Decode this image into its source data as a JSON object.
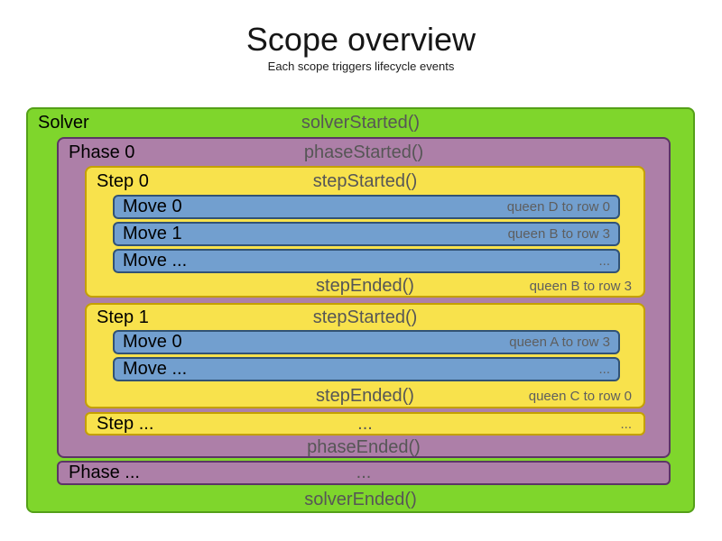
{
  "title": "Scope overview",
  "subtitle": "Each scope triggers lifecycle events",
  "colors": {
    "solver_fill": "#7fd62c",
    "solver_border": "#54a018",
    "phase_fill": "#ad7fa8",
    "phase_border": "#5c3566",
    "step_fill": "#f8e24c",
    "step_border": "#c4a000",
    "move_fill": "#729fcf",
    "move_border": "#315275"
  },
  "solver": {
    "label": "Solver",
    "started_event": "solverStarted()",
    "ended_event": "solverEnded()",
    "phases": [
      {
        "label": "Phase 0",
        "started_event": "phaseStarted()",
        "ended_event": "phaseEnded()",
        "steps": [
          {
            "label": "Step 0",
            "started_event": "stepStarted()",
            "ended_event": "stepEnded()",
            "ended_note": "queen B to row 3",
            "moves": [
              {
                "label": "Move 0",
                "note": "queen D to row 0"
              },
              {
                "label": "Move 1",
                "note": "queen B to row 3"
              },
              {
                "label": "Move ...",
                "note": "..."
              }
            ]
          },
          {
            "label": "Step 1",
            "started_event": "stepStarted()",
            "ended_event": "stepEnded()",
            "ended_note": "queen C to row 0",
            "moves": [
              {
                "label": "Move 0",
                "note": "queen A to row 3"
              },
              {
                "label": "Move ...",
                "note": "..."
              }
            ]
          },
          {
            "label": "Step ...",
            "center_text": "...",
            "right_text": "..."
          }
        ]
      },
      {
        "label": "Phase ...",
        "center_text": "..."
      }
    ]
  }
}
